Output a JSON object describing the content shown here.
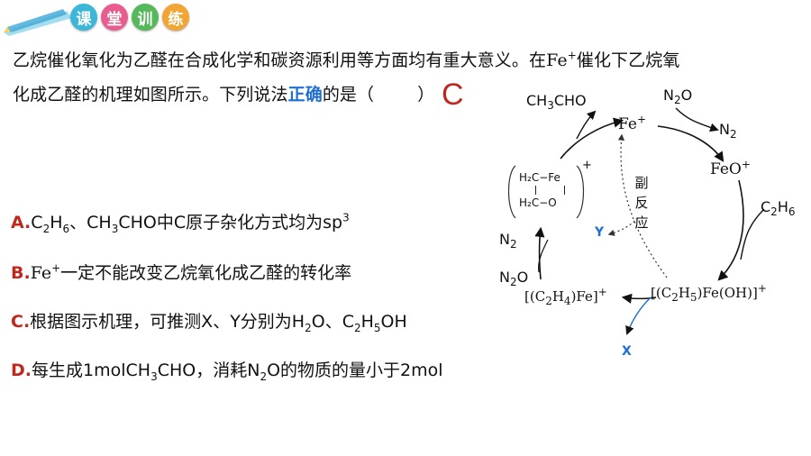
{
  "banner": {
    "chars": [
      "课",
      "堂",
      "训",
      "练"
    ]
  },
  "question": {
    "line1": "乙烷催化氧化为乙醛在合成化学和碳资源利用等方面均有重大意义。在",
    "fe": "Fe",
    "line1_end": "催化下乙烷氧",
    "line2_start": "化成乙醛的机理如图所示。下列说法",
    "highlight": "正确",
    "line2_end": "的是（",
    "close_paren": "）",
    "answer": "C"
  },
  "options": {
    "a_letter": "A.",
    "a_text_1": "C",
    "a_text_2": "H",
    "a_text_3": "、CH",
    "a_text_4": "CHO中C原子杂化方式均为sp",
    "b_letter": "B.",
    "b_fe": "Fe",
    "b_text": "一定不能改变乙烷氧化成乙醛的转化率",
    "c_letter": "C.",
    "c_text_1": "根据图示机理，可推测X、Y分别为H",
    "c_text_2": "O、C",
    "c_text_3": "H",
    "c_text_4": "OH",
    "d_letter": "D.",
    "d_text_1": "每生成1molCH",
    "d_text_2": "CHO，消耗N",
    "d_text_3": "O的物质的量小于2mol"
  },
  "diagram": {
    "ch3cho_1": "CH",
    "ch3cho_2": "CHO",
    "fe_plus": "Fe",
    "n2o_1": "N",
    "n2o_2": "O",
    "n2_1": "N",
    "feo": "FeO",
    "c2h6_1": "C",
    "c2h6_2": "H",
    "fe_oh_1": "[(C",
    "fe_oh_2": "H",
    "fe_oh_3": ")Fe(OH)]",
    "fe_c2h4_1": "[(C",
    "fe_c2h4_2": "H",
    "fe_c2h4_3": ")Fe]",
    "n2o_left_1": "N",
    "n2o_left_2": "O",
    "n2_left_1": "N",
    "side_reaction": [
      "副",
      "反",
      "应"
    ],
    "x_label": "X",
    "y_label": "Y",
    "ring_h2c_top": "H₂C−Fe",
    "ring_h2c_bottom": "H₂C−O"
  }
}
